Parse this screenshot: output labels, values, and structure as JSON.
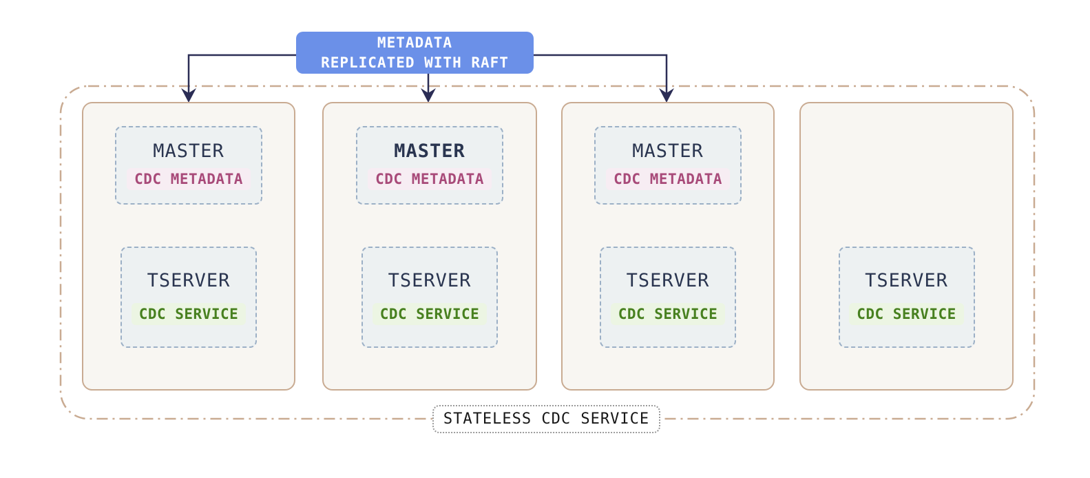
{
  "diagram": {
    "metadata_box": {
      "line1": "METADATA",
      "line2": "REPLICATED WITH RAFT"
    },
    "outer_label": "STATELESS CDC SERVICE",
    "nodes": [
      {
        "master": {
          "label": "MASTER",
          "badge": "CDC METADATA",
          "leader": false
        },
        "tserver": {
          "label": "TSERVER",
          "badge": "CDC SERVICE"
        }
      },
      {
        "master": {
          "label": "MASTER",
          "badge": "CDC METADATA",
          "leader": true
        },
        "tserver": {
          "label": "TSERVER",
          "badge": "CDC SERVICE"
        }
      },
      {
        "master": {
          "label": "MASTER",
          "badge": "CDC METADATA",
          "leader": false
        },
        "tserver": {
          "label": "TSERVER",
          "badge": "CDC SERVICE"
        }
      },
      {
        "master": null,
        "tserver": {
          "label": "TSERVER",
          "badge": "CDC SERVICE"
        }
      }
    ],
    "colors": {
      "metadata_box_bg": "#6b90e8",
      "metadata_box_text": "#ffffff",
      "connector": "#2b2d55",
      "node_border": "#c9ab92",
      "node_bg": "#f8f6f2",
      "inner_border": "#9cb0c6",
      "inner_bg": "#edf1f2",
      "server_text": "#2a3550",
      "cdc_metadata_text": "#a84a79",
      "cdc_metadata_bg": "#f7edf3",
      "cdc_service_text": "#47801f",
      "cdc_service_bg": "#ecf5e3",
      "outer_border": "#c9ab92",
      "outer_label_text": "#161616"
    }
  }
}
